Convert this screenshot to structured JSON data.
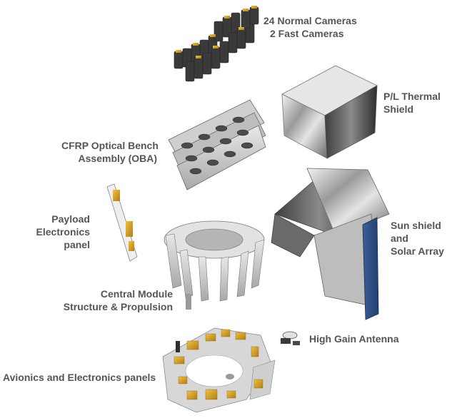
{
  "labels": {
    "cameras_line1": "24 Normal Cameras",
    "cameras_line2": "2 Fast Cameras",
    "thermal_line1": "P/L Thermal",
    "thermal_line2": "Shield",
    "oba_line1": "CFRP Optical Bench",
    "oba_line2": "Assembly (OBA)",
    "payload_line1": "Payload",
    "payload_line2": "Electronics",
    "payload_line3": "panel",
    "sunshield_line1": "Sun shield",
    "sunshield_line2": "and",
    "sunshield_line3": "Solar Array",
    "central_line1": "Central Module",
    "central_line2": "Structure & Propulsion",
    "antenna": "High Gain Antenna",
    "avionics": "Avionics and Electronics panels"
  },
  "colors": {
    "label_text": "#555555",
    "metal_light": "#d8d8d8",
    "metal_dark": "#5a5a5a",
    "gold": "#d9a52c",
    "solar_blue": "#2f4f86"
  }
}
